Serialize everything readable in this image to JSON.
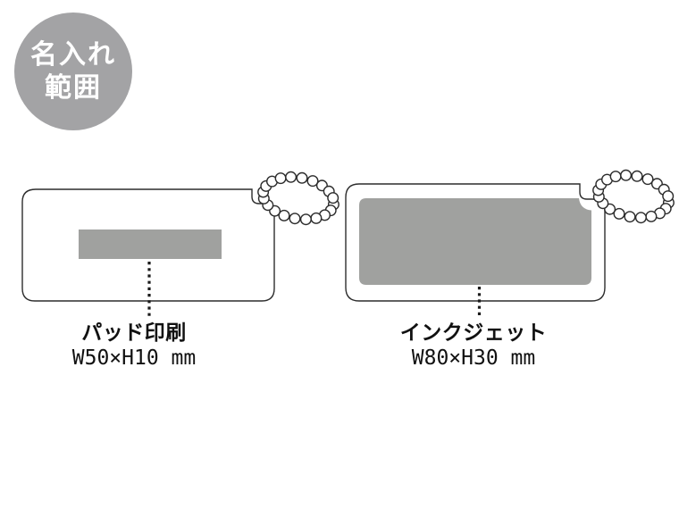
{
  "badge": {
    "line1": "名入れ",
    "line2": "範囲",
    "bg_color": "#a3a3a5",
    "text_color": "#ffffff"
  },
  "products": [
    {
      "method": "パッド印刷",
      "size": "W50×H10 mm"
    },
    {
      "method": "インクジェット",
      "size": "W80×H30 mm"
    }
  ],
  "colors": {
    "print_area": "#a0a19f",
    "outline": "#2d2d2d",
    "leader_line": "#1a1a1a",
    "background": "#ffffff"
  }
}
